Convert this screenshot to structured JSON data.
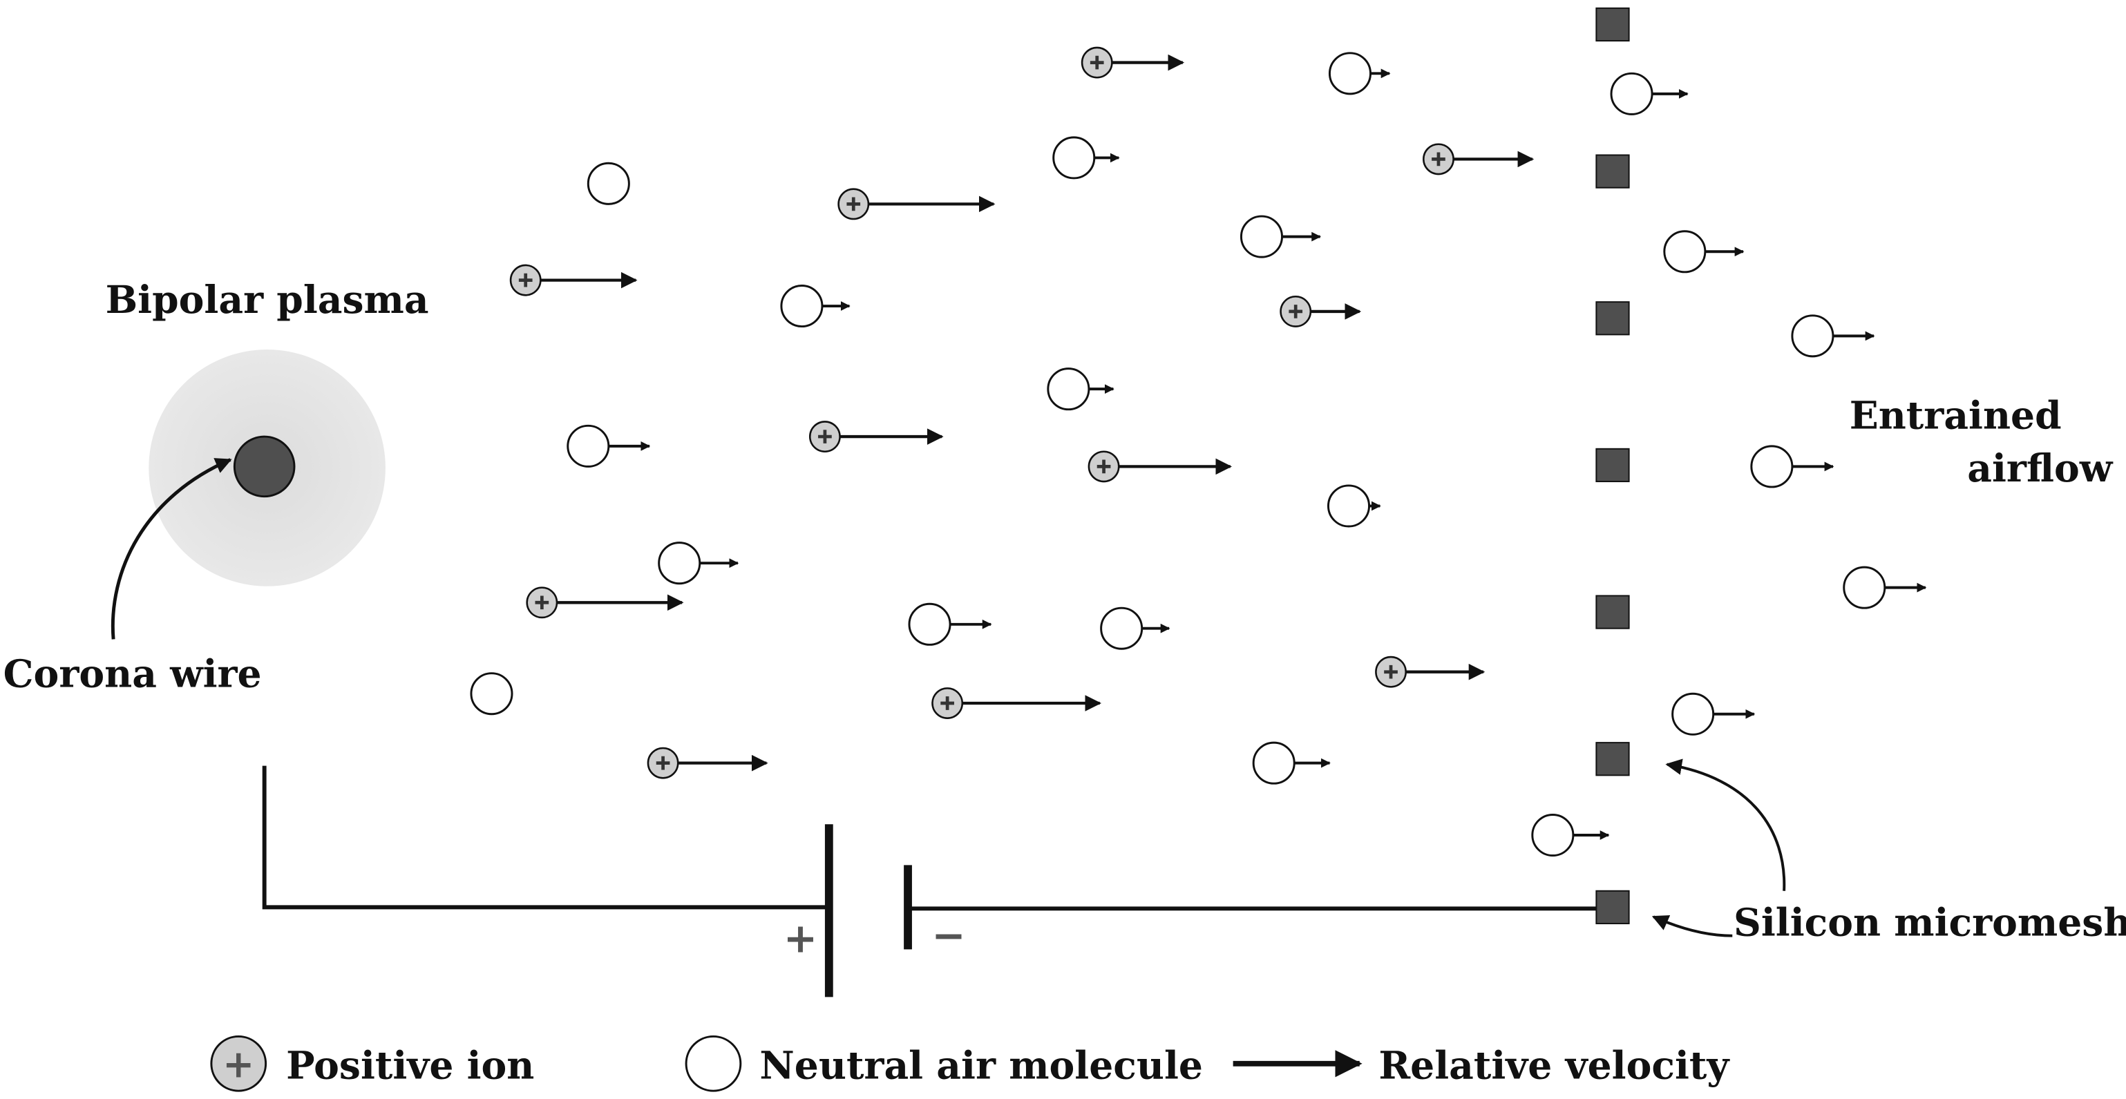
{
  "colors": {
    "ion_fill": "#cfcfcf",
    "ion_plus": "#333333",
    "glow": "#e4e4e4",
    "wire": "#4f4f4f",
    "mesh": "#4f4f4f",
    "stroke": "#111111"
  },
  "labels": {
    "bipolar_plasma": "Bipolar plasma",
    "corona_wire": "Corona wire",
    "entrained_line1": "Entrained",
    "entrained_line2": "airflow",
    "silicon_micromesh": "Silicon micromesh",
    "battery_plus": "+",
    "battery_minus": "−"
  },
  "legend": {
    "positive_ion": "Positive ion",
    "neutral_air_molecule": "Neutral air molecule",
    "relative_velocity": "Relative velocity"
  }
}
